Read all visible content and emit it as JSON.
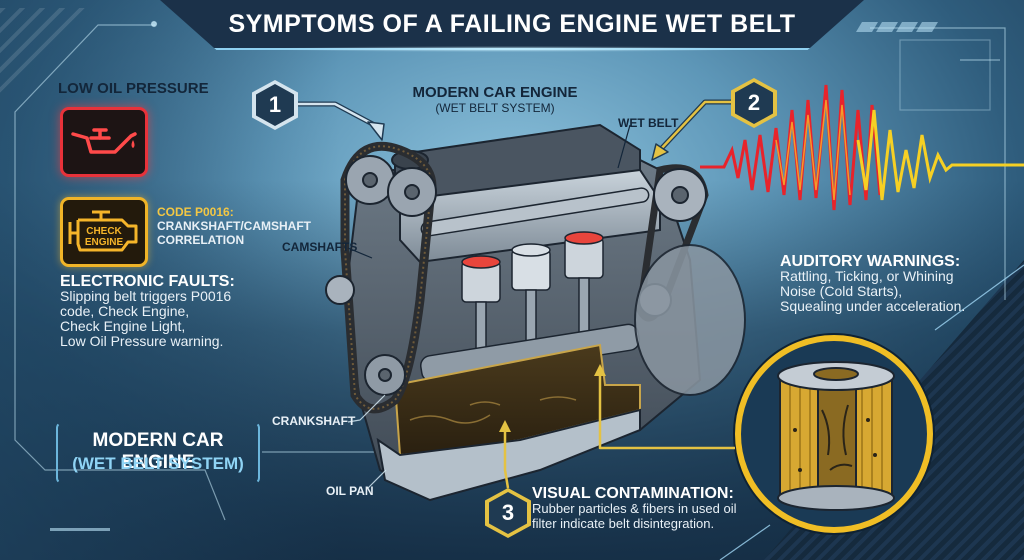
{
  "title": "SYMPTOMS OF A FAILING ENGINE WET BELT",
  "colors": {
    "title_bar": "#1b3149",
    "warning_red": "#e8323a",
    "warning_amber": "#f0b428",
    "callout_yellow": "#f0be25",
    "dark_text": "#13263a",
    "accent_blue": "#8fd4f5"
  },
  "left_panel": {
    "low_oil_label": "LOW OIL PRESSURE",
    "oil_icon": "oil-can-warning-icon",
    "check_engine_icon": "check-engine-warning-icon",
    "check_engine_icon_text": [
      "CHECK",
      "ENGINE"
    ],
    "code_title": "CODE P0016:",
    "code_desc_line1": "CRANKSHAFT/CAMSHAFT",
    "code_desc_line2": "CORRELATION",
    "electronic_faults": {
      "title": "ELECTRONIC FAULTS:",
      "lines": [
        "Slipping belt triggers P0016",
        "code, Check Engine,",
        "Check Engine Light,",
        "Low Oil Pressure warning."
      ]
    },
    "bracket_title": "MODERN CAR ENGINE",
    "bracket_subtitle": "(WET BELT SYSTEM)"
  },
  "engine": {
    "title": "MODERN CAR ENGINE",
    "subtitle": "(WET BELT SYSTEM)",
    "labels": {
      "wet_belt": "WET BELT",
      "camshafts": "CAMSHAFTS",
      "crankshaft": "CRANKSHAFT",
      "oil_pan": "OIL PAN"
    }
  },
  "callouts": [
    {
      "number": "1",
      "target": "timing-belt"
    },
    {
      "number": "2",
      "target": "wet-belt-pulley"
    },
    {
      "number": "3",
      "target": "oil-pan-contamination"
    }
  ],
  "auditory": {
    "title": "AUDITORY WARNINGS:",
    "lines": [
      "Rattling, Ticking, or Whining",
      "Noise (Cold Starts),",
      "Squealing under acceleration."
    ],
    "icon": "sound-waveform-icon"
  },
  "visual": {
    "title": "VISUAL CONTAMINATION:",
    "lines": [
      "Rubber particles & fibers in used oil",
      "filter indicate belt disintegration."
    ],
    "icon": "oil-filter-cutaway-icon"
  }
}
